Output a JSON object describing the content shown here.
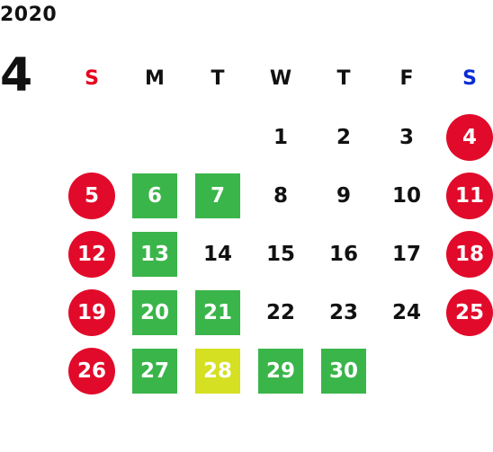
{
  "year": "2020",
  "month": "4",
  "weekdays": [
    "S",
    "M",
    "T",
    "W",
    "T",
    "F",
    "S"
  ],
  "colors": {
    "holiday": "#e20a2a",
    "closed": "#3ab54a",
    "special": "#d4e021",
    "sunday_header": "#e8001c",
    "saturday_header": "#0a2bd6"
  },
  "days": [
    {
      "n": "1",
      "col": 4,
      "row": 1,
      "style": "plain"
    },
    {
      "n": "2",
      "col": 5,
      "row": 1,
      "style": "plain"
    },
    {
      "n": "3",
      "col": 6,
      "row": 1,
      "style": "plain"
    },
    {
      "n": "4",
      "col": 7,
      "row": 1,
      "style": "holiday"
    },
    {
      "n": "5",
      "col": 1,
      "row": 2,
      "style": "holiday"
    },
    {
      "n": "6",
      "col": 2,
      "row": 2,
      "style": "closed"
    },
    {
      "n": "7",
      "col": 3,
      "row": 2,
      "style": "closed"
    },
    {
      "n": "8",
      "col": 4,
      "row": 2,
      "style": "plain"
    },
    {
      "n": "9",
      "col": 5,
      "row": 2,
      "style": "plain"
    },
    {
      "n": "10",
      "col": 6,
      "row": 2,
      "style": "plain"
    },
    {
      "n": "11",
      "col": 7,
      "row": 2,
      "style": "holiday"
    },
    {
      "n": "12",
      "col": 1,
      "row": 3,
      "style": "holiday"
    },
    {
      "n": "13",
      "col": 2,
      "row": 3,
      "style": "closed"
    },
    {
      "n": "14",
      "col": 3,
      "row": 3,
      "style": "plain"
    },
    {
      "n": "15",
      "col": 4,
      "row": 3,
      "style": "plain"
    },
    {
      "n": "16",
      "col": 5,
      "row": 3,
      "style": "plain"
    },
    {
      "n": "17",
      "col": 6,
      "row": 3,
      "style": "plain"
    },
    {
      "n": "18",
      "col": 7,
      "row": 3,
      "style": "holiday"
    },
    {
      "n": "19",
      "col": 1,
      "row": 4,
      "style": "holiday"
    },
    {
      "n": "20",
      "col": 2,
      "row": 4,
      "style": "closed"
    },
    {
      "n": "21",
      "col": 3,
      "row": 4,
      "style": "closed"
    },
    {
      "n": "22",
      "col": 4,
      "row": 4,
      "style": "plain"
    },
    {
      "n": "23",
      "col": 5,
      "row": 4,
      "style": "plain"
    },
    {
      "n": "24",
      "col": 6,
      "row": 4,
      "style": "plain"
    },
    {
      "n": "25",
      "col": 7,
      "row": 4,
      "style": "holiday"
    },
    {
      "n": "26",
      "col": 1,
      "row": 5,
      "style": "holiday"
    },
    {
      "n": "27",
      "col": 2,
      "row": 5,
      "style": "closed"
    },
    {
      "n": "28",
      "col": 3,
      "row": 5,
      "style": "special"
    },
    {
      "n": "29",
      "col": 4,
      "row": 5,
      "style": "closed"
    },
    {
      "n": "30",
      "col": 5,
      "row": 5,
      "style": "closed"
    }
  ]
}
